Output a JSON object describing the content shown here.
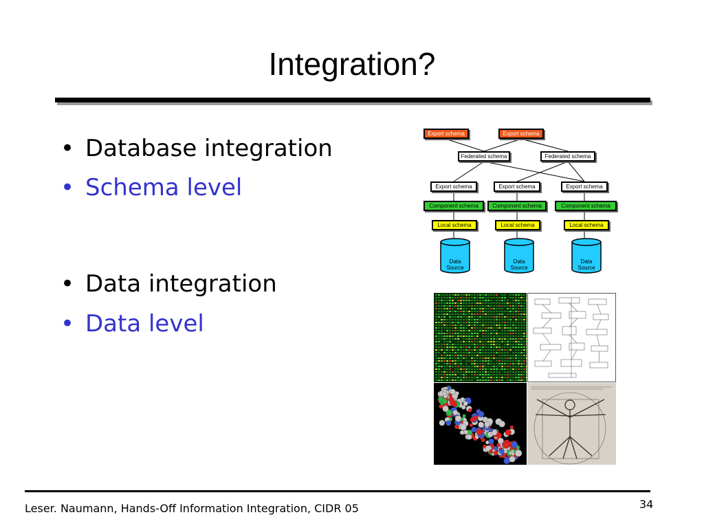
{
  "slide": {
    "title": "Integration?",
    "bullets": [
      {
        "text": "Database integration",
        "color": "#000000"
      },
      {
        "text": "Schema level",
        "color": "#3333cc"
      },
      {
        "text": "Data integration",
        "color": "#000000"
      },
      {
        "text": "Data level",
        "color": "#3333cc"
      }
    ],
    "bullet_symbol": "•",
    "footer": "Leser. Naumann, Hands-Off Information Integration, CIDR 05",
    "page_number": "34"
  },
  "diagram": {
    "export_top": [
      "Export schema",
      "Export schema"
    ],
    "federated": [
      "Federated schema",
      "Federated schema"
    ],
    "export": [
      "Export schema",
      "Export schema",
      "Export schema"
    ],
    "component": [
      "Component schema",
      "Component schema",
      "Component schema"
    ],
    "local": [
      "Local schema",
      "Local schema",
      "Local schema"
    ],
    "sources": [
      {
        "line1": "Data",
        "line2": "Source"
      },
      {
        "line1": "Data",
        "line2": "Source"
      },
      {
        "line1": "Data",
        "line2": "Source"
      }
    ],
    "colors": {
      "export_top": "#ee5a1a",
      "component": "#33cc33",
      "local": "#ffff00",
      "cylinder": "#22ccff"
    }
  },
  "images": [
    {
      "name": "microarray-image"
    },
    {
      "name": "pathway-diagram-image"
    },
    {
      "name": "molecule-image"
    },
    {
      "name": "vitruvian-man-image"
    }
  ]
}
